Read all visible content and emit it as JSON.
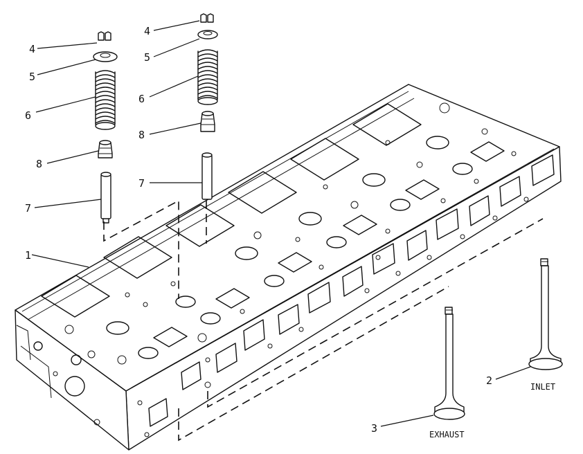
{
  "callouts": {
    "head": "1",
    "inlet_valve": "2",
    "exhaust_valve": "3",
    "keeper_left": "4",
    "keeper_right": "4",
    "retainer_left": "5",
    "retainer_right": "5",
    "spring_left": "6",
    "spring_right": "6",
    "guide_left": "7",
    "guide_right": "7",
    "seal_left": "8",
    "seal_right": "8"
  },
  "captions": {
    "inlet": "INLET",
    "exhaust": "EXHAUST"
  }
}
